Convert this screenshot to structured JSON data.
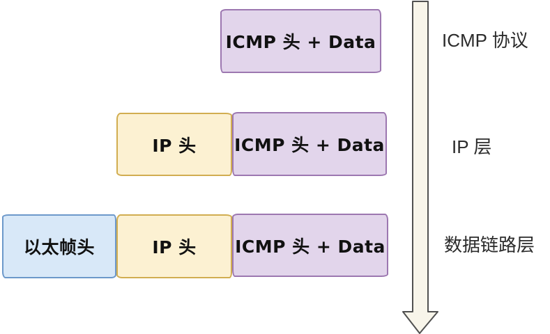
{
  "diagram": {
    "rows": [
      {
        "label": "ICMP 协议",
        "boxes": [
          {
            "type": "icmp",
            "text": "ICMP 头 + Data"
          }
        ]
      },
      {
        "label": "IP 层",
        "boxes": [
          {
            "type": "ip",
            "text": "IP 头"
          },
          {
            "type": "icmp",
            "text": "ICMP 头 + Data"
          }
        ]
      },
      {
        "label": "数据链路层",
        "boxes": [
          {
            "type": "eth",
            "text": "以太帧头"
          },
          {
            "type": "ip",
            "text": "IP 头"
          },
          {
            "type": "icmp",
            "text": "ICMP 头 + Data"
          }
        ]
      }
    ],
    "arrow_icon": "down-arrow",
    "colors": {
      "icmp_fill": "#E2D5EB",
      "icmp_border": "#9C77B0",
      "ip_fill": "#FCF1D2",
      "ip_border": "#D1AD50",
      "eth_fill": "#D8E8F8",
      "eth_border": "#6C98CA",
      "arrow_fill": "#F8F5EA",
      "arrow_border": "#505050",
      "box_text": "#111111",
      "label_text": "#2B2B2B"
    }
  }
}
